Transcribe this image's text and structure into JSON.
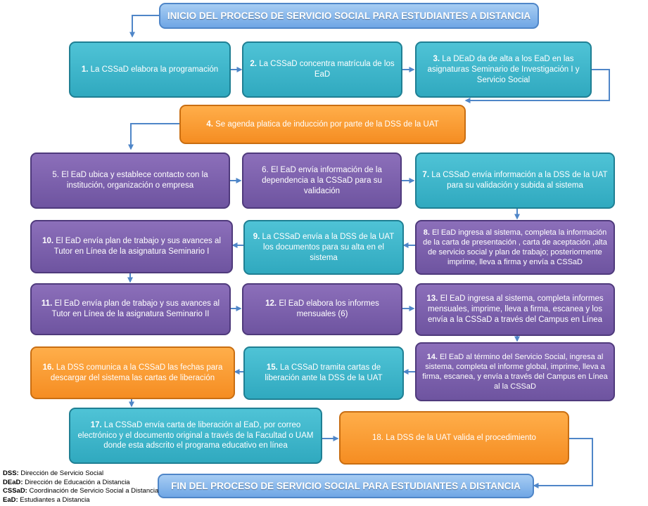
{
  "title": "INICIO DEL PROCESO DE SERVICIO SOCIAL PARA ESTUDIANTES A DISTANCIA",
  "footer_title": "FIN DEL PROCESO DE SERVICIO SOCIAL PARA ESTUDIANTES A DISTANCIA",
  "colors": {
    "teal": "#3cb8cc",
    "orange": "#f99a33",
    "purple": "#7b60ab",
    "banner": "#8ab9ec",
    "connector": "#4f86c8"
  },
  "steps": [
    {
      "num": "1.",
      "text": "La CSSaD elabora la programación"
    },
    {
      "num": "2.",
      "text": "La CSSaD concentra matrícula de los EaD"
    },
    {
      "num": "3.",
      "text": "La DEaD da de alta a los EaD en las asignaturas Seminario de Investigación I y Servicio Social"
    },
    {
      "num": "4.",
      "text": "Se agenda platica de inducción por parte de la DSS de la UAT"
    },
    {
      "num": "5.",
      "text": "El EaD ubica y establece contacto con la institución, organización o empresa"
    },
    {
      "num": "6.",
      "text": "El EaD envía información de la dependencia a la CSSaD para su validación"
    },
    {
      "num": "7.",
      "text": "La CSSaD envía información a la DSS de la UAT para su validación y subida al sistema"
    },
    {
      "num": "8.",
      "text": "El EaD ingresa al sistema, completa la información de la carta de presentación , carta de aceptación ,alta de servicio social y plan de trabajo; posteriormente imprime, lleva a firma y envía a CSSaD"
    },
    {
      "num": "9.",
      "text": "La CSSaD envía a la DSS de la UAT los documentos para su alta en el sistema"
    },
    {
      "num": "10.",
      "text": "El EaD envía plan de trabajo y sus avances al Tutor  en Línea de la asignatura Seminario I"
    },
    {
      "num": "11.",
      "text": "El EaD envía plan de trabajo y sus avances al Tutor  en Línea de la asignatura Seminario II"
    },
    {
      "num": "12.",
      "text": "El EaD elabora los informes mensuales (6)"
    },
    {
      "num": "13.",
      "text": "El EaD ingresa al sistema, completa informes mensuales, imprime, lleva a firma, escanea y los envía a la CSSaD a través del Campus en Línea"
    },
    {
      "num": "14.",
      "text": "El EaD al término del Servicio Social, ingresa al sistema, completa el informe global, imprime, lleva a firma, escanea, y envía a través del Campus en Línea al la CSSaD"
    },
    {
      "num": "15.",
      "text": "La CSSaD tramita cartas de liberación ante la DSS de la UAT"
    },
    {
      "num": "16.",
      "text": "La DSS comunica a la CSSaD las fechas para descargar del sistema las cartas de liberación"
    },
    {
      "num": "17.",
      "text": "La CSSaD envía carta de liberación al EaD, por correo electrónico y el documento original a través de la Facultad o UAM donde esta adscrito el programa educativo en línea"
    },
    {
      "num": "18.",
      "text": "La DSS de la UAT valida el procedimiento"
    }
  ],
  "legend": [
    {
      "abbr": "DSS:",
      "desc": "Dirección de Servicio Social"
    },
    {
      "abbr": "DEaD:",
      "desc": "Dirección de Educación a Distancia"
    },
    {
      "abbr": "CSSaD:",
      "desc": "Coordinación de Servicio Social a Distancia"
    },
    {
      "abbr": "EaD:",
      "desc": "Estudiantes a Distancia"
    }
  ]
}
